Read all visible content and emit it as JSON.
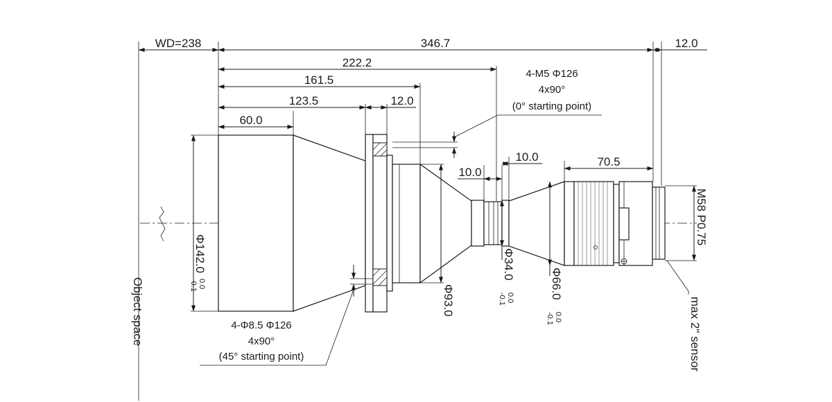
{
  "dimensions": {
    "wd": "WD=238",
    "total_length": "346.7",
    "sensor_offset": "12.0",
    "len_222": "222.2",
    "len_161": "161.5",
    "len_123": "123.5",
    "flange_thickness": "12.0",
    "front_barrel": "60.0",
    "ring_a": "10.0",
    "ring_b": "10.0",
    "rear_section": "70.5"
  },
  "diameters": {
    "front": "Φ142.0",
    "front_tol_upper": "0.0",
    "front_tol_lower": "-0.1",
    "mid": "Φ93.0",
    "waist": "Φ34.0",
    "waist_tol_upper": "0.0",
    "waist_tol_lower": "-0.1",
    "rear": "Φ66.0",
    "rear_tol_upper": "0.0",
    "rear_tol_lower": "-0.1",
    "mount_thread": "M58 P0.75"
  },
  "notes": {
    "top_line1": "4-M5 Φ126",
    "top_line2": "4x90°",
    "top_line3": "(0° starting point)",
    "bottom_line1": "4-Φ8.5  Φ126",
    "bottom_line2": "4x90°",
    "bottom_line3": "(45° starting point)"
  },
  "labels": {
    "object_space": "Object space",
    "sensor": "max 2\" sensor"
  }
}
